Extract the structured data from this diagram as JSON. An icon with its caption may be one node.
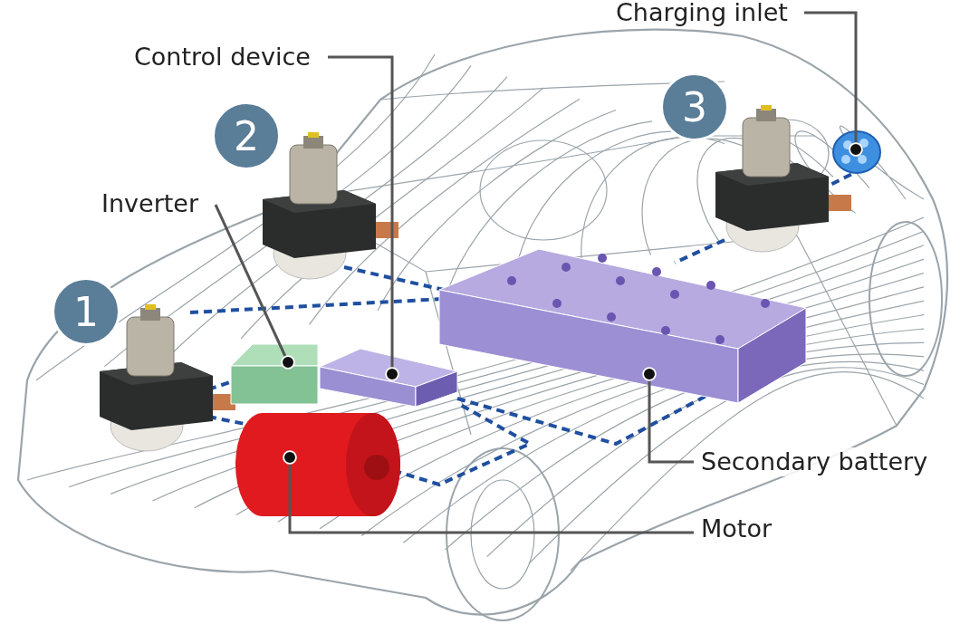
{
  "diagram": {
    "nodes": [
      {
        "text": [
          "Charging inlet"
        ]
      },
      {
        "text": [
          "Control device"
        ]
      },
      {
        "text": [
          "Inverter"
        ]
      },
      {
        "text": [
          "Secondary battery"
        ]
      },
      {
        "text": [
          "Motor"
        ]
      },
      {
        "text": [
          "1"
        ]
      },
      {
        "text": [
          "2"
        ]
      },
      {
        "text": [
          "3"
        ]
      },
      {
        "text": [],
        "shape": "picture"
      },
      {
        "text": [],
        "shape": "box"
      },
      {
        "text": [],
        "shape": "box"
      },
      {
        "text": [],
        "shape": "cylinder"
      },
      {
        "text": [],
        "shape": "box"
      }
    ],
    "edges": [
      {
        "from": 0,
        "to": 8,
        "arrow": "other"
      },
      {
        "from": 1,
        "to": 10,
        "arrow": "other"
      },
      {
        "from": 2,
        "to": 9,
        "arrow": "other"
      },
      {
        "from": 3,
        "to": 12,
        "arrow": "other"
      },
      {
        "from": 4,
        "to": 11,
        "arrow": "other"
      }
    ]
  }
}
